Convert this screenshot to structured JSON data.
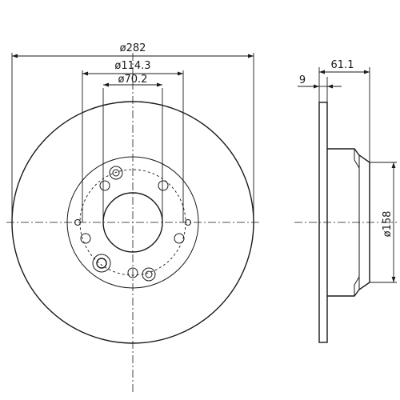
{
  "dimensions": {
    "outer_diameter": "ø282",
    "bolt_circle_diameter": "ø114.3",
    "center_bore_diameter": "ø70.2",
    "thickness": "9",
    "overall_height": "61.1",
    "hat_diameter": "ø158"
  }
}
